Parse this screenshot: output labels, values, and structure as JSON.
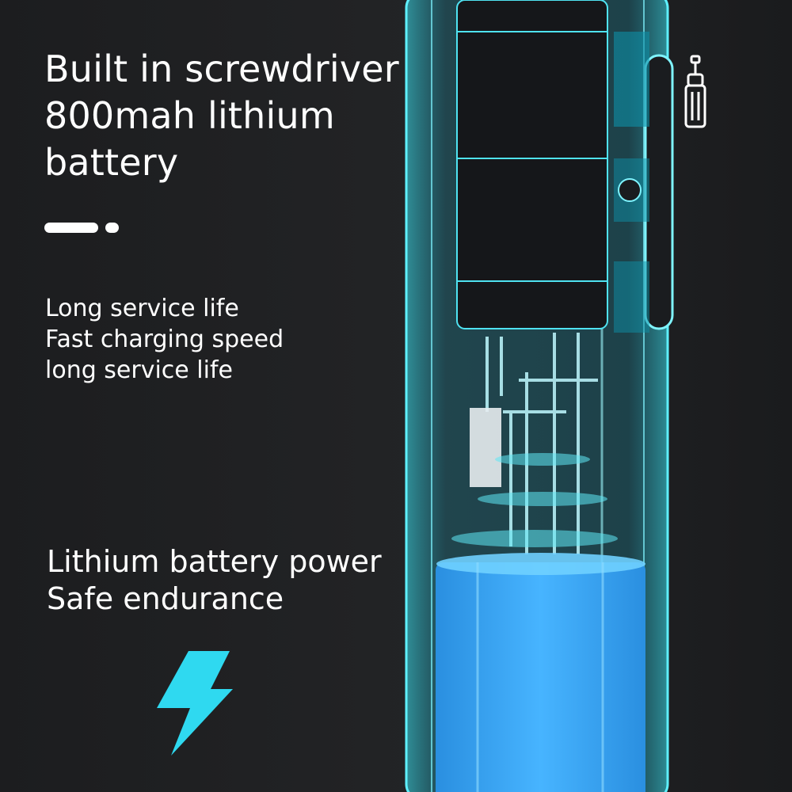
{
  "headline": {
    "line1": "Built in screwdriver",
    "line2": "800mah lithium",
    "line3": "battery"
  },
  "features": [
    "Long service life",
    "Fast charging speed",
    "long service life"
  ],
  "power": {
    "line1": "Lithium battery power",
    "line2": "Safe endurance"
  },
  "icons": {
    "bolt": "lightning-bolt-icon",
    "screwdriver": "screwdriver-icon"
  },
  "colors": {
    "background": "#1e1f21",
    "accent": "#2fd9f0",
    "text": "#ffffff"
  }
}
